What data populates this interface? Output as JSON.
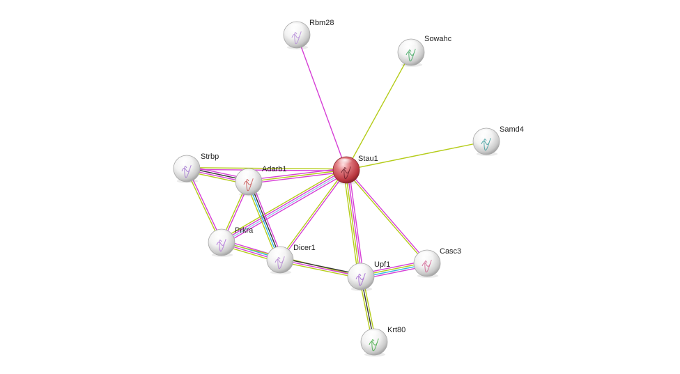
{
  "network": {
    "colors": {
      "textmining": "#b5cc1a",
      "experiments": "#d63fd6",
      "databases": "#2fb6e0",
      "coexpression": "#333333",
      "homology": "#9ec8ea",
      "query_node": "#c0424a",
      "node": "#e8e8e8"
    },
    "nodes": [
      {
        "id": "Rbm28",
        "label": "Rbm28",
        "query": false,
        "glyph": "#b58ad8"
      },
      {
        "id": "Sowahc",
        "label": "Sowahc",
        "query": false,
        "glyph": "#3aa55a"
      },
      {
        "id": "Samd4",
        "label": "Samd4",
        "query": false,
        "glyph": "#3a9a9a"
      },
      {
        "id": "Stau1",
        "label": "Stau1",
        "query": true,
        "glyph": "#6a1e2a"
      },
      {
        "id": "Strbp",
        "label": "Strbp",
        "query": false,
        "glyph": "#a070d0"
      },
      {
        "id": "Adarb1",
        "label": "Adarb1",
        "query": false,
        "glyph": "#c85050"
      },
      {
        "id": "Prkra",
        "label": "Prkra",
        "query": false,
        "glyph": "#b070d8"
      },
      {
        "id": "Dicer1",
        "label": "Dicer1",
        "query": false,
        "glyph": "#b080d0"
      },
      {
        "id": "Upf1",
        "label": "Upf1",
        "query": false,
        "glyph": "#a060d0"
      },
      {
        "id": "Casc3",
        "label": "Casc3",
        "query": false,
        "glyph": "#d06090"
      },
      {
        "id": "Krt80",
        "label": "Krt80",
        "query": false,
        "glyph": "#40a840"
      }
    ],
    "edges": [
      {
        "source": "Stau1",
        "target": "Rbm28",
        "evidence": [
          "experiments"
        ]
      },
      {
        "source": "Stau1",
        "target": "Sowahc",
        "evidence": [
          "textmining"
        ]
      },
      {
        "source": "Stau1",
        "target": "Samd4",
        "evidence": [
          "textmining"
        ]
      },
      {
        "source": "Stau1",
        "target": "Strbp",
        "evidence": [
          "experiments",
          "textmining"
        ]
      },
      {
        "source": "Stau1",
        "target": "Adarb1",
        "evidence": [
          "experiments",
          "textmining",
          "experiments"
        ]
      },
      {
        "source": "Stau1",
        "target": "Prkra",
        "evidence": [
          "experiments",
          "homology",
          "experiments",
          "textmining"
        ]
      },
      {
        "source": "Stau1",
        "target": "Dicer1",
        "evidence": [
          "experiments",
          "textmining"
        ]
      },
      {
        "source": "Stau1",
        "target": "Upf1",
        "evidence": [
          "experiments",
          "experiments",
          "textmining",
          "textmining"
        ]
      },
      {
        "source": "Stau1",
        "target": "Casc3",
        "evidence": [
          "experiments",
          "textmining"
        ]
      },
      {
        "source": "Strbp",
        "target": "Adarb1",
        "evidence": [
          "experiments",
          "coexpression",
          "experiments",
          "textmining"
        ]
      },
      {
        "source": "Strbp",
        "target": "Prkra",
        "evidence": [
          "experiments",
          "textmining"
        ]
      },
      {
        "source": "Adarb1",
        "target": "Prkra",
        "evidence": [
          "experiments",
          "textmining"
        ]
      },
      {
        "source": "Adarb1",
        "target": "Dicer1",
        "evidence": [
          "experiments",
          "coexpression",
          "databases",
          "textmining"
        ]
      },
      {
        "source": "Prkra",
        "target": "Dicer1",
        "evidence": [
          "experiments",
          "databases",
          "experiments",
          "textmining"
        ]
      },
      {
        "source": "Prkra",
        "target": "Upf1",
        "evidence": [
          "textmining"
        ]
      },
      {
        "source": "Dicer1",
        "target": "Upf1",
        "evidence": [
          "coexpression",
          "experiments",
          "textmining"
        ]
      },
      {
        "source": "Upf1",
        "target": "Casc3",
        "evidence": [
          "experiments",
          "textmining",
          "databases",
          "experiments"
        ]
      },
      {
        "source": "Upf1",
        "target": "Krt80",
        "evidence": [
          "textmining",
          "coexpression",
          "textmining"
        ]
      }
    ]
  }
}
